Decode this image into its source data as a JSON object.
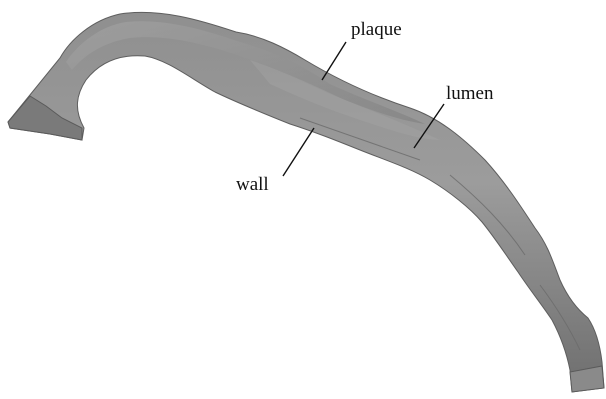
{
  "figure": {
    "labels": {
      "plaque": "plaque",
      "lumen": "lumen",
      "wall": "wall"
    }
  }
}
